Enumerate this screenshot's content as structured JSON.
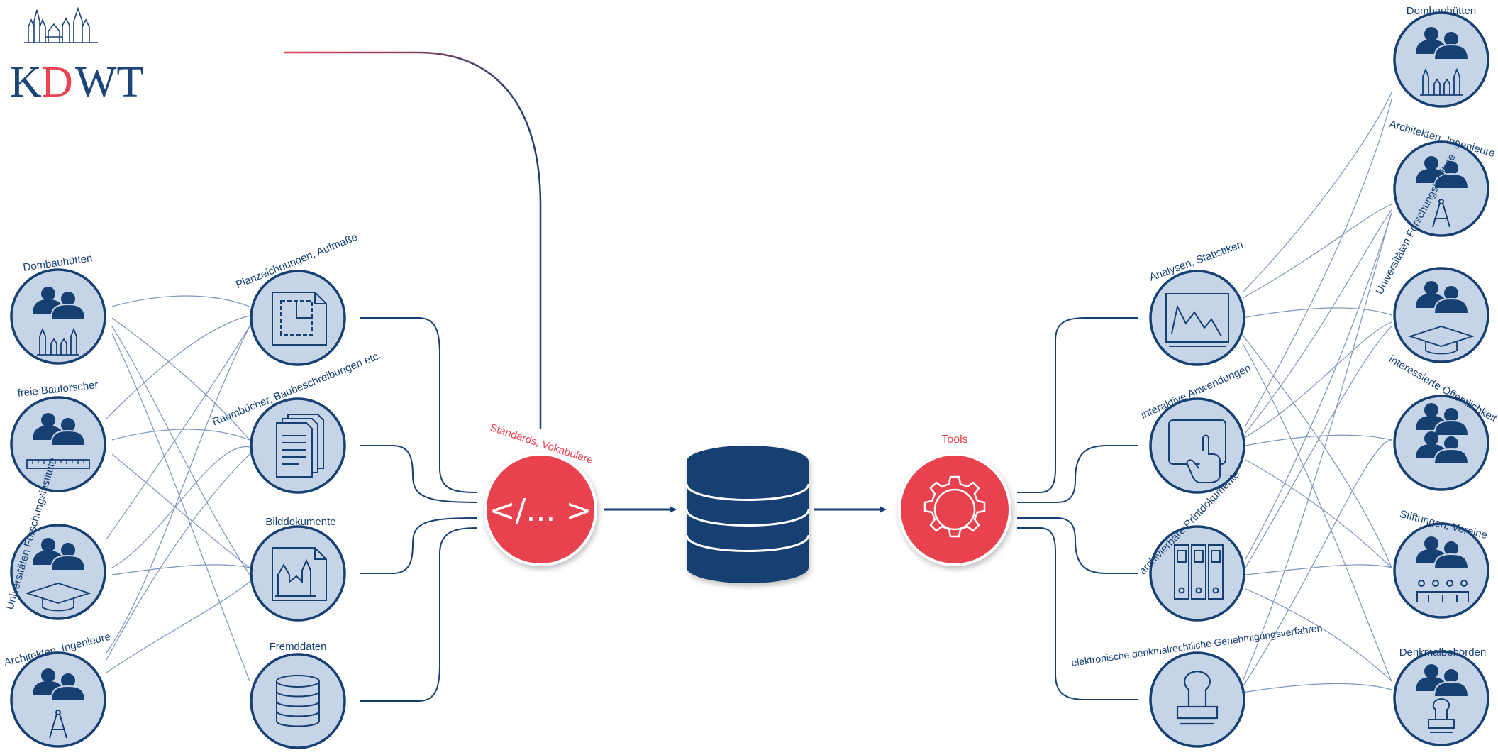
{
  "logo": {
    "text_parts": [
      "K",
      "D",
      "WT"
    ],
    "navy": "#1c4478",
    "accent": "#e8434f"
  },
  "colors": {
    "navy": "#163f72",
    "red": "#e8434f",
    "circle_fill": "#c6d4e8",
    "line": "#28508a"
  },
  "left_groups": [
    {
      "id": "dombauhuetten",
      "label": "Dombauhütten",
      "icon": "cathedral-icon"
    },
    {
      "id": "bauforscher",
      "label": "freie Bauforscher",
      "icon": "ruler-icon"
    },
    {
      "id": "uni",
      "label": "Universitäten Forschungsinstitute",
      "icon": "graduation-cap-icon"
    },
    {
      "id": "architekten",
      "label": "Architekten, Ingenieure",
      "icon": "compass-icon"
    }
  ],
  "sources": [
    {
      "id": "plan",
      "label": "Planzeichnungen, Aufmaße",
      "icon": "floorplan-icon"
    },
    {
      "id": "raumbuch",
      "label": "Raumbücher, Baubeschreibungen etc.",
      "icon": "documents-icon"
    },
    {
      "id": "bild",
      "label": "Bilddokumente",
      "icon": "picture-icon"
    },
    {
      "id": "fremd",
      "label": "Fremddaten",
      "icon": "database-icon"
    }
  ],
  "center": {
    "standards_label": "Standards, Vokabulare",
    "standards_symbol": "</... >",
    "database_icon": "database-icon",
    "tools_label": "Tools",
    "tools_icon": "gear-icon"
  },
  "outputs": [
    {
      "id": "analysen",
      "label": "Analysen, Statistiken",
      "icon": "line-chart-icon"
    },
    {
      "id": "interaktiv",
      "label": "interaktive Anwendungen",
      "icon": "touch-tablet-icon"
    },
    {
      "id": "print",
      "label": "archivierbare Printdokumente",
      "icon": "binders-icon"
    },
    {
      "id": "genehmigung",
      "label": "elektronische denkmalrechtliche Genehmigungsverfahren",
      "icon": "stamp-icon"
    }
  ],
  "right_groups": [
    {
      "id": "r_dom",
      "label": "Dombauhütten",
      "icon": "cathedral-icon"
    },
    {
      "id": "r_arch",
      "label": "Architekten, Ingenieure",
      "icon": "compass-icon"
    },
    {
      "id": "r_uni",
      "label": "Universitäten Forschungsinstitute",
      "icon": "graduation-cap-icon"
    },
    {
      "id": "r_public",
      "label": "interessierte Öffentlichkeit",
      "icon": "crowd-icon"
    },
    {
      "id": "r_stift",
      "label": "Stiftungen, Vereine",
      "icon": "group-icon"
    },
    {
      "id": "r_denk",
      "label": "Denkmalbehörden",
      "icon": "stamp-icon"
    }
  ]
}
